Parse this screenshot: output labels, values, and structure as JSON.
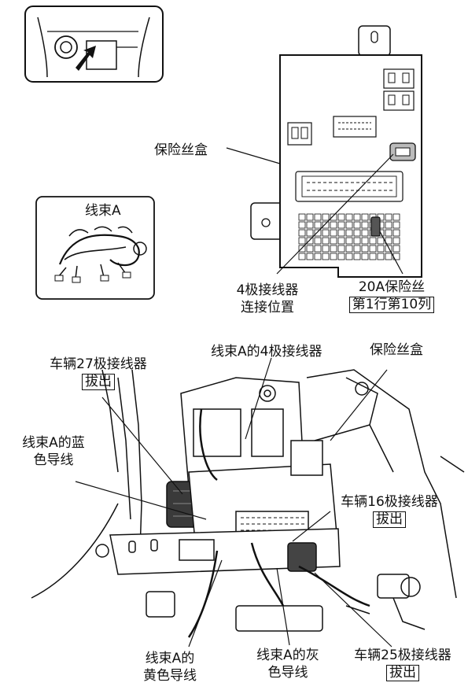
{
  "colors": {
    "ink": "#111111",
    "paper": "#ffffff",
    "grey_fill": "#555555"
  },
  "icons": [
    "steering-location-icon"
  ],
  "labels": {
    "fuse_box_top": "保险丝盒",
    "harness_a_title": "线束A",
    "connector4_pos_line1": "4极接线器",
    "connector4_pos_line2": "连接位置",
    "fuse20a_line1": "20A保险丝",
    "fuse20a_line2": "第1行第10列",
    "vehicle27_line1": "车辆27极接线器",
    "vehicle27_line2": "拔出",
    "harness_a_4pin": "线束A的4极接线器",
    "fuse_box_bottom": "保险丝盒",
    "blue_wire_line1": "线束A的蓝",
    "blue_wire_line2": "色导线",
    "vehicle16_line1": "车辆16极接线器",
    "vehicle16_line2": "拔出",
    "yellow_wire_line1": "线束A的",
    "yellow_wire_line2": "黄色导线",
    "grey_wire_line1": "线束A的灰",
    "grey_wire_line2": "色导线",
    "vehicle25_line1": "车辆25极接线器",
    "vehicle25_line2": "拔出"
  }
}
